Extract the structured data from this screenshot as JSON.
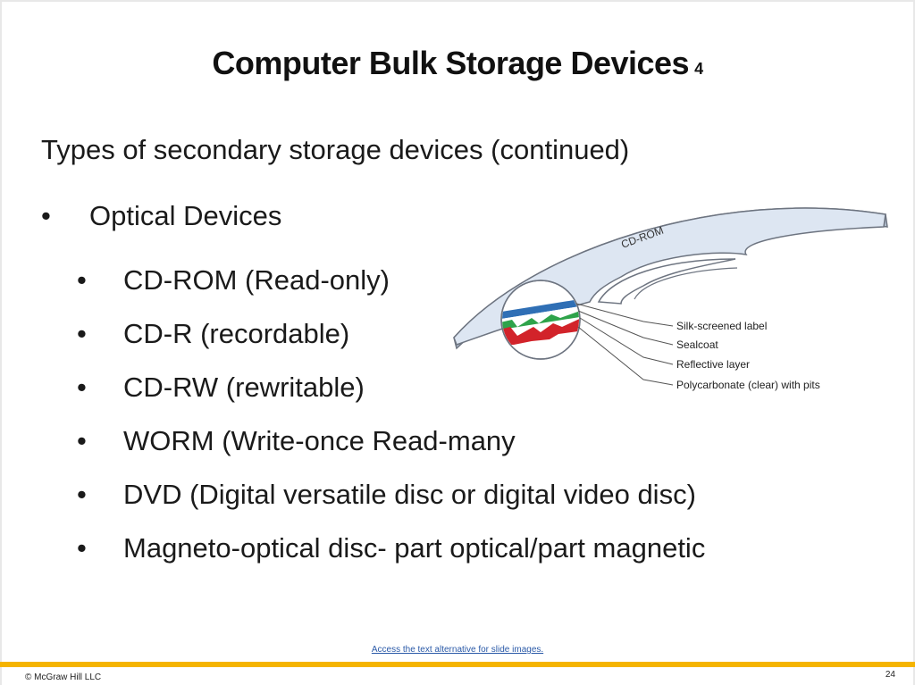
{
  "slide": {
    "title": "Computer Bulk Storage Devices",
    "title_suffix": "4",
    "intro": "Types of secondary storage devices (continued)",
    "bullet_char": "•",
    "level1": "Optical Devices",
    "items": [
      "CD-ROM (Read-only)",
      "CD-R (recordable)",
      "CD-RW (rewritable)",
      "WORM (Write-once Read-many",
      "DVD (Digital versatile disc or digital video disc)",
      "Magneto-optical disc- part optical/part magnetic"
    ]
  },
  "diagram": {
    "disc_label": "CD-ROM",
    "callouts": [
      "Silk-screened label",
      "Sealcoat",
      "Reflective layer",
      "Polycarbonate (clear) with pits"
    ],
    "colors": {
      "disc_fill": "#dde6f2",
      "label_layer": "#2f6fb5",
      "sealcoat": "#ffffff",
      "reflective": "#2ea34a",
      "polycarbonate": "#d2232a"
    }
  },
  "footer": {
    "alt_link": "Access the text alternative for slide images.",
    "copyright": "© McGraw Hill LLC",
    "page_number": "24"
  }
}
